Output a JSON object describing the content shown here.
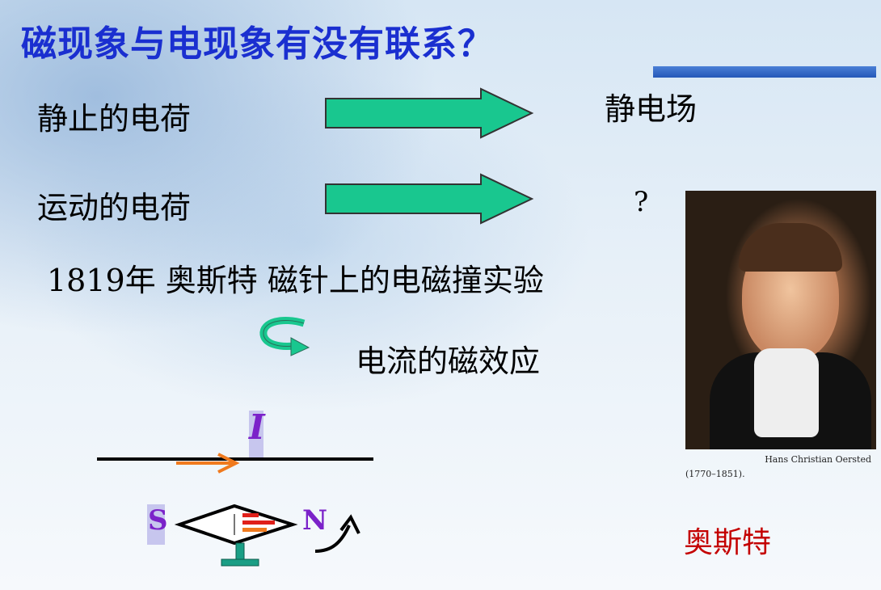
{
  "title": "磁现象与电现象有没有联系？",
  "rows": {
    "static_charge": "静止的电荷",
    "static_field": "静电场",
    "moving_charge": "运动的电荷",
    "question": "?",
    "experiment": "1819年  奥斯特    磁针上的电磁撞实验",
    "effect": "电流的磁效应"
  },
  "diagram": {
    "current_label": "I",
    "south_label": "S",
    "north_label": "N"
  },
  "portrait": {
    "name_caption": "Hans Christian Oersted",
    "dates_caption": "(1770–1851).",
    "name_cn": "奥斯特"
  },
  "colors": {
    "title": "#1a2fd0",
    "arrow_fill": "#19c78f",
    "wire_arrow": "#f07a1e",
    "label_purple": "#7b22c9",
    "label_bg": "#c7c6ee",
    "stand": "#1a9e85",
    "needle_red": "#e0201a",
    "name_red": "#c40000"
  }
}
